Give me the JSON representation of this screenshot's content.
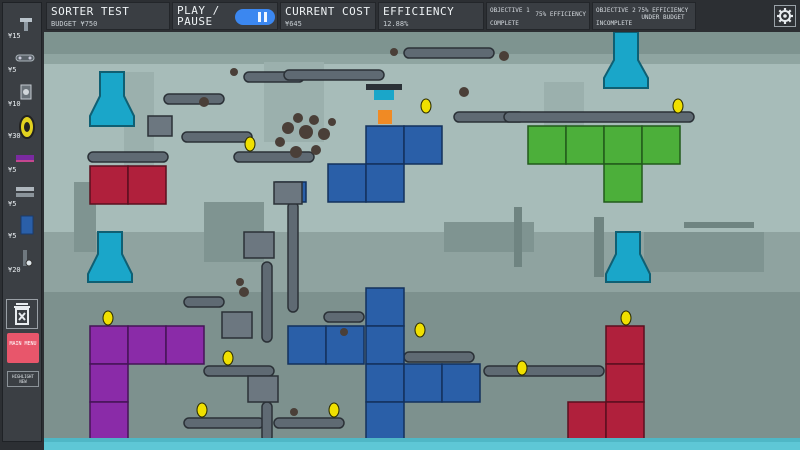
{
  "hud": {
    "level_title": "SORTER TEST",
    "budget": "BUDGET ¥750",
    "play_label": "PLAY /",
    "pause_label": "PAUSE",
    "cost_label": "CURRENT COST",
    "cost_value": "¥645",
    "efficiency_label": "EFFICIENCY",
    "efficiency_value": "12.88%",
    "objective1_title": "OBJECTIVE 1",
    "objective1_status": "COMPLETE",
    "objective1_goal": "75% EFFICIENCY",
    "objective2_title": "OBJECTIVE 2",
    "objective2_status": "INCOMPLETE",
    "objective2_goal": "75% EFFICIENCY UNDER BUDGET"
  },
  "sidebar": {
    "tools": [
      {
        "cost": "¥15",
        "icon": "wrench-icon"
      },
      {
        "cost": "¥5",
        "icon": "conveyor-icon"
      },
      {
        "cost": "¥10",
        "icon": "gear-piece-icon"
      },
      {
        "cost": "¥30",
        "icon": "wheel-icon"
      },
      {
        "cost": "¥5",
        "icon": "purple-bar-icon"
      },
      {
        "cost": "¥5",
        "icon": "pipe-icon"
      },
      {
        "cost": "¥5",
        "icon": "blue-block-icon"
      },
      {
        "cost": "¥20",
        "icon": "sensor-icon"
      }
    ],
    "main_menu": "MAIN MENU",
    "highlight": "HIGHLIGHT NEW"
  },
  "colors": {
    "hud_bg": "#3a3e43",
    "toggle": "#3b87f0",
    "game_bg": "#a9bdba",
    "red_bin": "#b0203c",
    "blue_bin": "#2a5fa8",
    "green_bin": "#4caf3a",
    "purple_bin": "#8a2ba8",
    "funnel": "#1aa6c9",
    "floor": "#5ec7d6"
  }
}
